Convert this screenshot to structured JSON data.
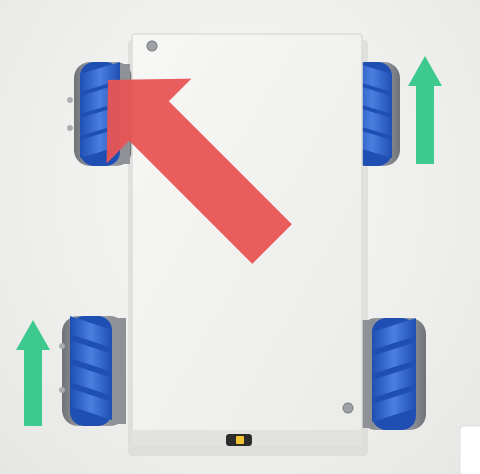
{
  "scene": {
    "subject": "mecanum-wheel-robot-chassis",
    "colors": {
      "background": "#efefed",
      "chassis": "#f4f4f2",
      "chassis_shadow": "#d9d9d6",
      "wheel_roller": "#2f62c9",
      "wheel_roller_light": "#4b7fe0",
      "wheel_hub": "#8e9296",
      "arrow_red": "#e85454",
      "arrow_green": "#3ec98f"
    },
    "wheels": [
      "front-left",
      "front-right",
      "rear-left",
      "rear-right"
    ],
    "arrows": [
      {
        "name": "red-diagonal-arrow",
        "direction": "up-left",
        "color": "#e85454"
      },
      {
        "name": "green-up-arrow-right",
        "direction": "up",
        "color": "#3ec98f"
      },
      {
        "name": "green-up-arrow-left",
        "direction": "up",
        "color": "#3ec98f"
      }
    ]
  }
}
